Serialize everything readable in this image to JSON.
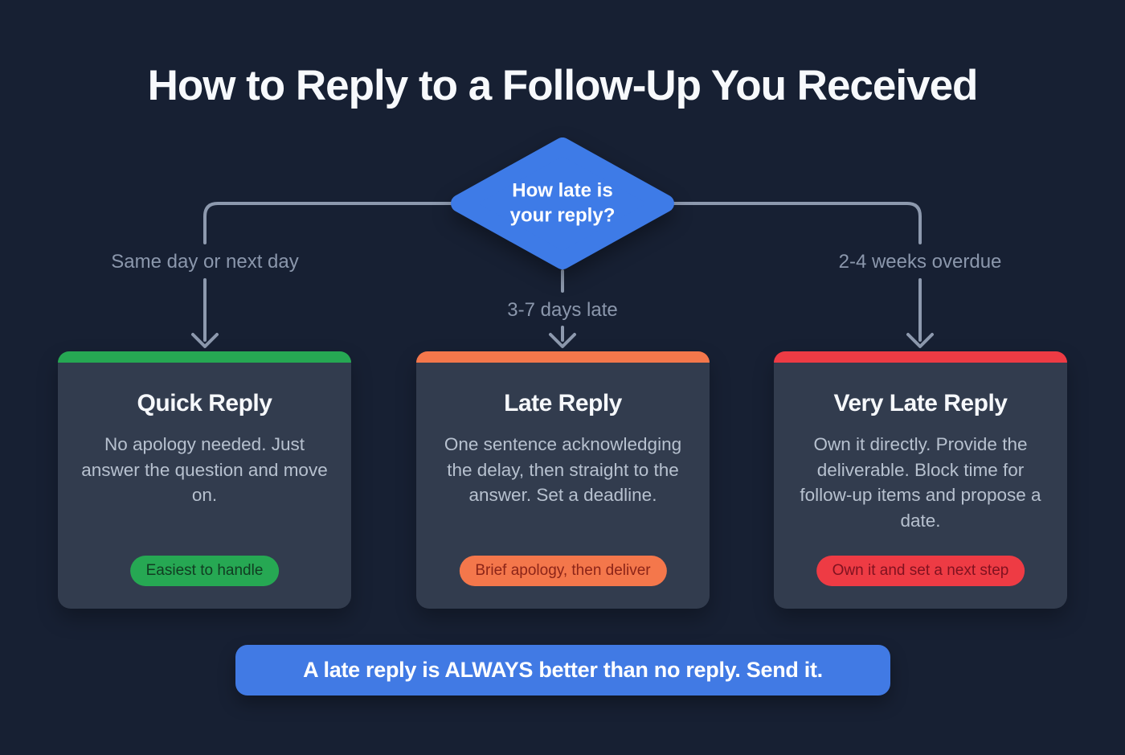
{
  "page": {
    "title": "How to Reply to a Follow-Up You Received"
  },
  "decision": {
    "line1": "How late is",
    "line2": "your reply?"
  },
  "branches": [
    {
      "label": "Same day or next day"
    },
    {
      "label": "3-7 days late"
    },
    {
      "label": "2-4 weeks overdue"
    }
  ],
  "cards": [
    {
      "title": "Quick Reply",
      "body": "No apology needed. Just answer the question and move on.",
      "badge": "Easiest to handle",
      "accent": "#26a853",
      "badge_text_color": "#113c22"
    },
    {
      "title": "Late Reply",
      "body": "One sentence acknowledging the delay, then straight to the answer. Set a deadline.",
      "badge": "Brief apology, then deliver",
      "accent": "#f4774b",
      "badge_text_color": "#8c2418"
    },
    {
      "title": "Very Late Reply",
      "body": "Own it directly. Provide the deliverable. Block time for follow-up items and propose a date.",
      "badge": "Own it and set a next step",
      "accent": "#ee3b44",
      "badge_text_color": "#7f1220"
    }
  ],
  "banner": {
    "text": "A late reply is ALWAYS better than no reply. Send it."
  },
  "colors": {
    "background": "#172033",
    "diamond": "#3e7be7",
    "banner": "#417ae4",
    "connector": "#8d99ae"
  }
}
